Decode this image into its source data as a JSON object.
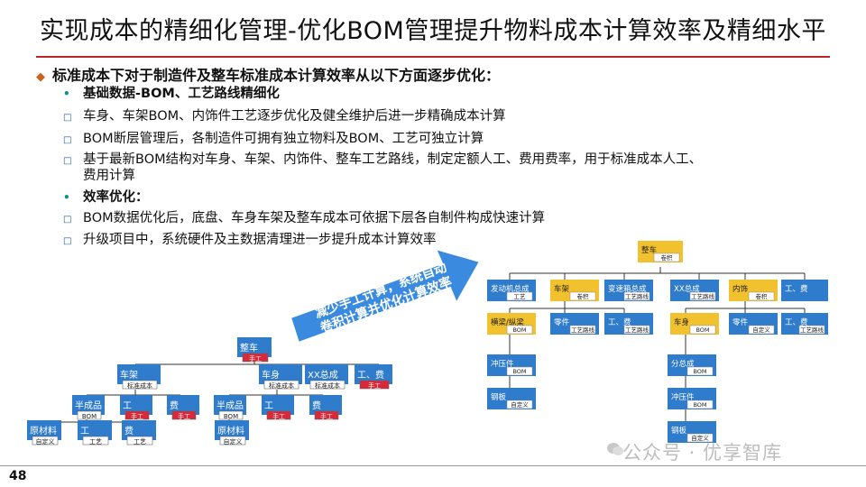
{
  "title": "实现成本的精细化管理-优化BOM管理提升物料成本计算效率及精细水平",
  "page_number": "48",
  "heading": "标准成本下对于制造件及整车标准成本计算效率从以下方面逐步优化：",
  "bullets": [
    {
      "type": "sub",
      "text": "基础数据-BOM、工艺路线精细化"
    },
    {
      "type": "item",
      "text": "车身、车架BOM、内饰件工艺逐步优化及健全维护后进一步精确成本计算"
    },
    {
      "type": "item",
      "text": "BOM断层管理后，各制造件可拥有独立物料及BOM、工艺可独立计算"
    },
    {
      "type": "item",
      "text": "基于最新BOM结构对车身、车架、内饰件、整车工艺路线，制定定额人工、费用费率，用于标准成本人工、"
    },
    {
      "type": "cont",
      "text": "费用计算"
    },
    {
      "type": "sub",
      "text": "效率优化："
    },
    {
      "type": "item",
      "text": "BOM数据优化后，底盘、车身车架及整车成本可依据下层各自制件构成快速计算"
    },
    {
      "type": "item",
      "text": "升级项目中，系统硬件及主数据清理进一步提升成本计算效率"
    }
  ],
  "arrow_text": [
    "减少手工计算，系统自动",
    "卷积计算并优化计算效率"
  ],
  "left_tree": {
    "root": {
      "label": "整车",
      "tag": "手工"
    },
    "l1": [
      {
        "label": "车架",
        "tag": "标准成本"
      },
      {
        "label": "车身",
        "tag": "标准成本"
      },
      {
        "label": "XX总成",
        "tag": "标准成本"
      },
      {
        "label": "工、费",
        "tag": "手工"
      }
    ],
    "l2": [
      {
        "label": "半成品",
        "tag": "BOM"
      },
      {
        "label": "工",
        "tag": "手工"
      },
      {
        "label": "费",
        "tag": "手工"
      },
      {
        "label": "半成品",
        "tag": "BOM"
      },
      {
        "label": "工",
        "tag": "手工"
      },
      {
        "label": "费",
        "tag": "手工"
      }
    ],
    "l3": [
      {
        "label": "原材料",
        "tag": "自定义"
      },
      {
        "label": "工",
        "tag": "工艺"
      },
      {
        "label": "费",
        "tag": "工艺"
      },
      {
        "label": "原材料",
        "tag": "自定义"
      }
    ]
  },
  "right_tree": {
    "root": {
      "label": "整车",
      "tag": "卷积"
    },
    "l1": [
      {
        "label": "发动机总成",
        "tag": "工艺"
      },
      {
        "label": "车架",
        "tag": "卷积"
      },
      {
        "label": "变速箱总成",
        "tag": "工艺路线"
      },
      {
        "label": "XX总成",
        "tag": "工艺路线"
      },
      {
        "label": "内饰",
        "tag": "卷积"
      },
      {
        "label": "工、费",
        "tag": ""
      }
    ],
    "l2": [
      {
        "label": "横梁/纵梁",
        "tag": "BOM"
      },
      {
        "label": "零件",
        "tag": "工艺路线"
      },
      {
        "label": "工、费",
        "tag": "工艺路线"
      },
      {
        "label": "车身",
        "tag": "BOM"
      },
      {
        "label": "零件",
        "tag": "自定义"
      },
      {
        "label": "工、费",
        "tag": "工艺路线"
      }
    ],
    "chain_left": [
      {
        "label": "冲压件",
        "tag": "BOM"
      },
      {
        "label": "钢板",
        "tag": "自定义"
      }
    ],
    "chain_right": [
      {
        "label": "分总成",
        "tag": "BOM"
      },
      {
        "label": "冲压件",
        "tag": "BOM"
      },
      {
        "label": "钢板",
        "tag": "自定义"
      }
    ]
  },
  "watermark": "公众号 · 优享智库",
  "colors": {
    "accent_red": "#b8252c",
    "arrow_blue": "#3a8be0",
    "box_blue": "#2f7ccc",
    "box_yellow": "#f2c12e",
    "bullet_orange": "#c9641d",
    "bullet_blue": "#1e56a0",
    "bullet_teal": "#0e8f8a"
  }
}
